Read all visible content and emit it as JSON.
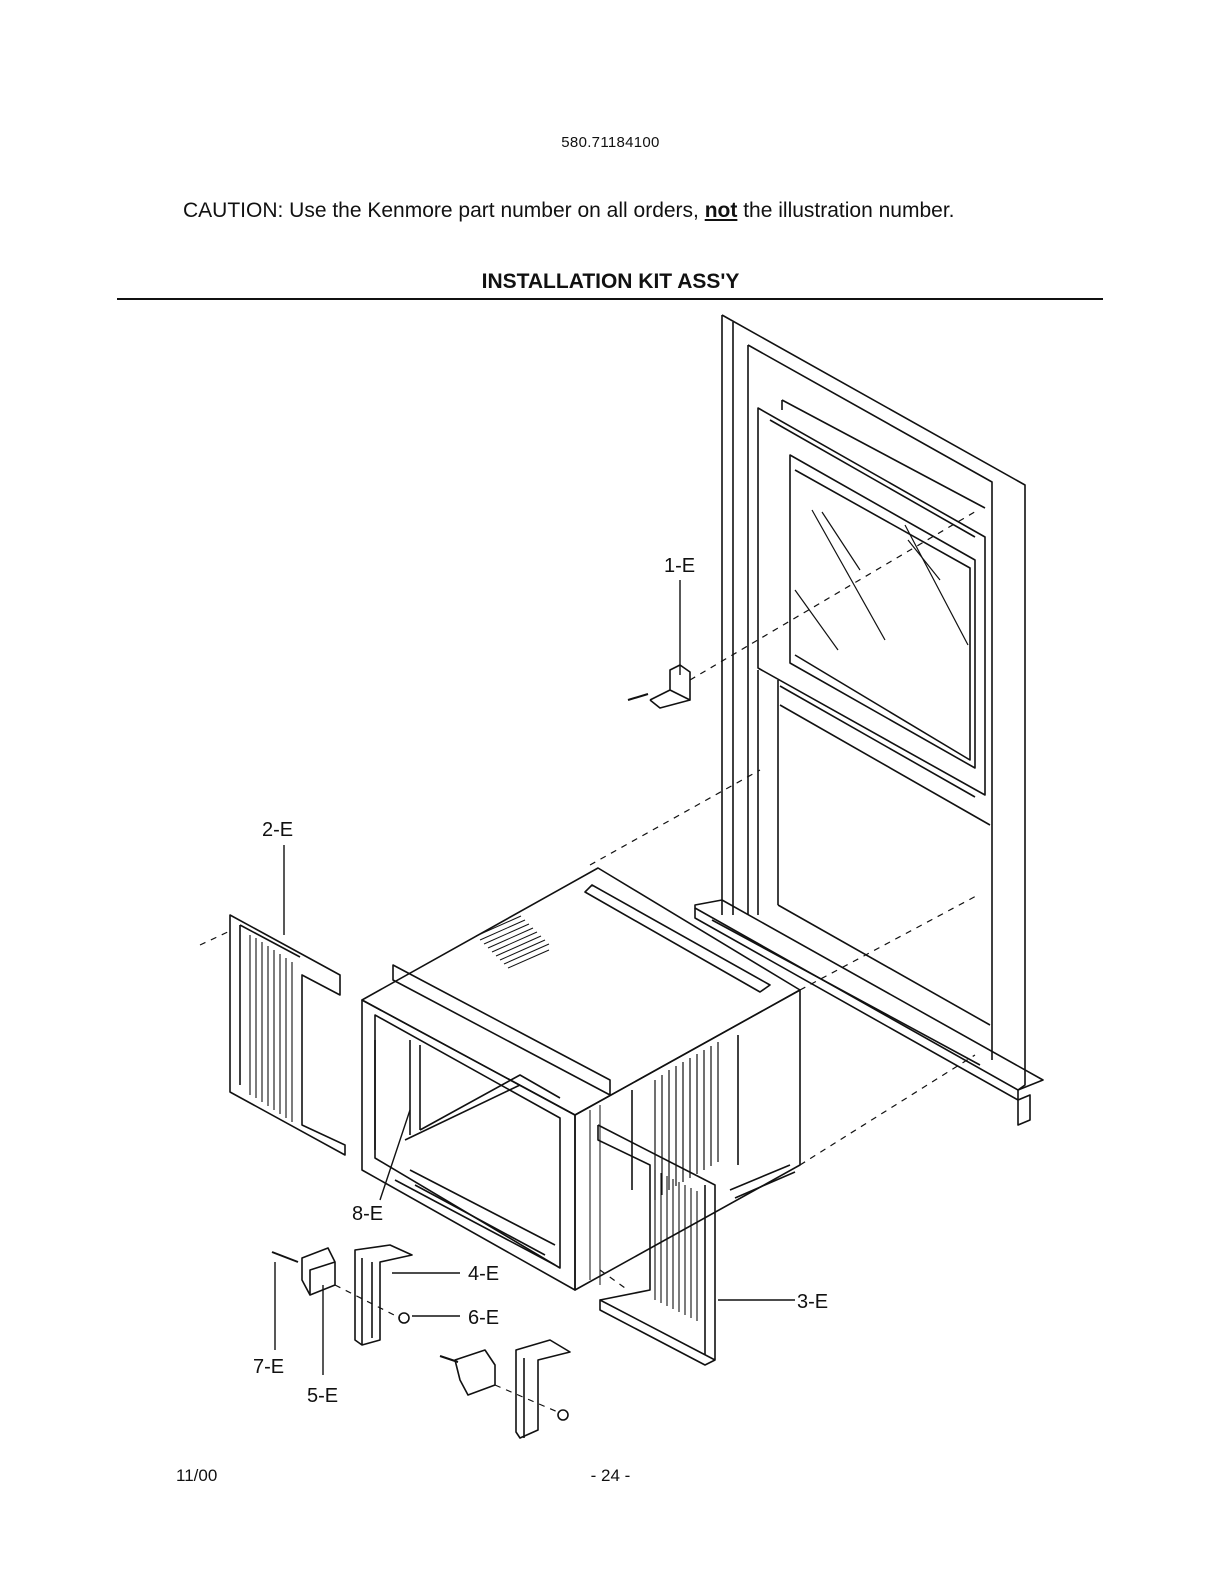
{
  "header": {
    "model_number": "580.71184100",
    "caution_prefix": "CAUTION: Use the Kenmore part number on all orders, ",
    "caution_emphasis": "not",
    "caution_suffix": " the illustration number.",
    "section_title": "INSTALLATION KIT ASS'Y"
  },
  "callouts": {
    "c1": "1-E",
    "c2": "2-E",
    "c3": "3-E",
    "c4": "4-E",
    "c5": "5-E",
    "c6": "6-E",
    "c7": "7-E",
    "c8": "8-E"
  },
  "footer": {
    "date": "11/00",
    "page": "- 24 -"
  }
}
